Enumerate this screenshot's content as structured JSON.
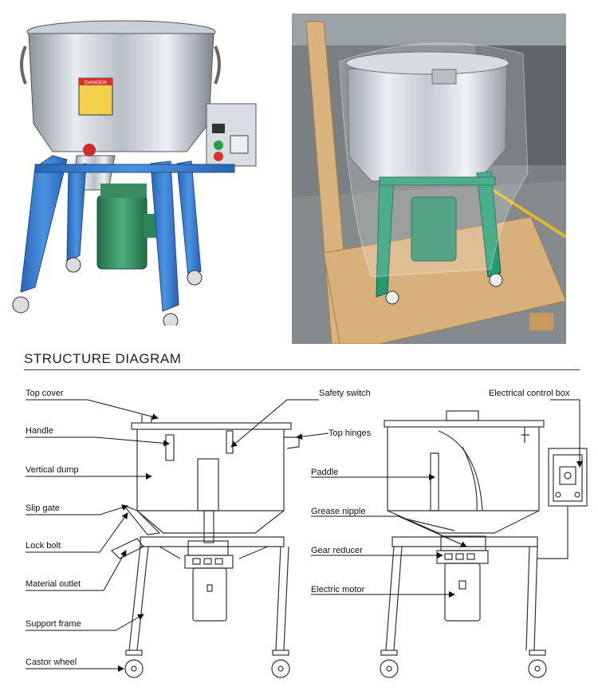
{
  "diagram": {
    "title": "STRUCTURE DIAGRAM",
    "labels_left": [
      "Top cover",
      "Handle",
      "Vertical dump",
      "Slip gate",
      "Lock bolt",
      "Material outlet",
      "Support frame",
      "Castor wheel"
    ],
    "labels_middle": [
      "Safety switch",
      "Top hinges",
      "Paddle",
      "Grease nipple",
      "Gear reducer",
      "Electric motor"
    ],
    "labels_right": [
      "Electrical control box"
    ]
  },
  "photo_left": {
    "warning_sign": "DANGER",
    "colors": {
      "frame": "#3a7fd0",
      "motor": "#3c9a6a",
      "steel": "#c9cfd6"
    }
  },
  "photo_right": {
    "colors": {
      "frame": "#239b72",
      "crate": "#d8b07c",
      "floor": "#858a8c"
    }
  }
}
